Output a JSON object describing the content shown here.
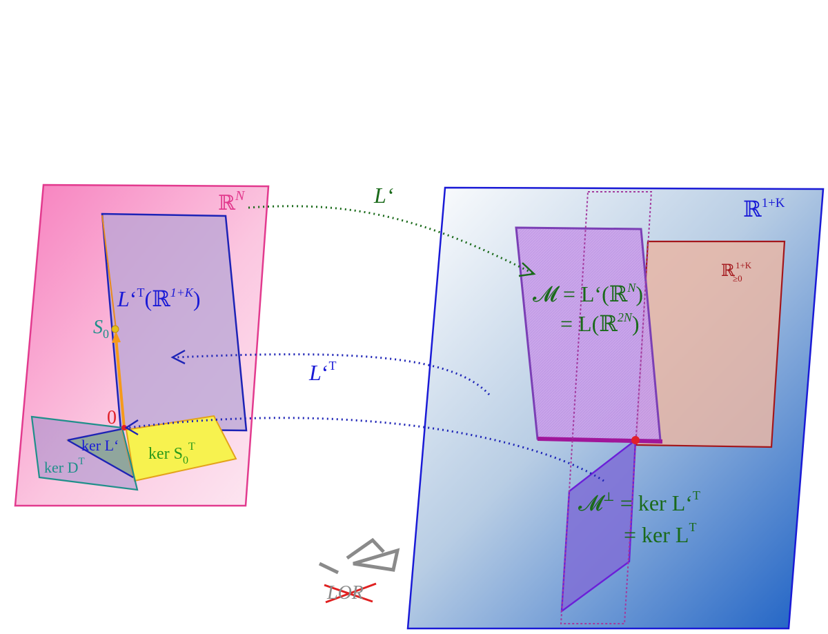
{
  "colors": {
    "pink_plane_fill": "#f77fbe",
    "pink_plane_stroke": "#e23a8e",
    "blue_plane_stroke": "#1a1ad6",
    "blue_plane_fill_dark": "#1a5fc4",
    "image_region_stroke": "#1d23b6",
    "manifold_fill": "#c79be8",
    "manifold_stroke": "#7b3fb5",
    "positive_orthant_fill": "#e8b6a6",
    "positive_orthant_stroke": "#a3161b",
    "complement_fill": "#7f6fd6",
    "complement_stroke": "#6b1fd8",
    "dashed_rect_stroke": "#a33a9e",
    "green_text": "#1a6a1a",
    "blue_text": "#1a1ad6",
    "red_text": "#b01020",
    "teal_text": "#1f8f8a",
    "orange_arrow": "#f59a1a",
    "yellow_fill": "#f7f24f",
    "gray_mark": "#8a8a8a",
    "strike_red": "#e02020"
  },
  "labels": {
    "rN_base": "ℝ",
    "rN_exp": "N",
    "r1K_base": "ℝ",
    "r1K_exp": "1+K",
    "Lprime_top": "L‘",
    "image_L": "L",
    "image_prime": "‘",
    "image_T": "T",
    "image_paren_open": "(ℝ",
    "image_exp": "1+K",
    "image_paren_close": ")",
    "S0_main": "S",
    "S0_sub": "0",
    "zero": "0",
    "LT_arrow_L": "L",
    "LT_arrow_prime": "‘",
    "LT_arrow_T": "T",
    "ker_Lprime": "ker L‘",
    "ker_S0_text": "ker S",
    "ker_S0_sub": "0",
    "ker_S0_T": "T",
    "ker_D_text": "ker D",
    "ker_D_T": "T",
    "M_line1_a": "𝓜 = L‘(ℝ",
    "M_line1_exp": "N",
    "M_line1_b": ")",
    "M_line2_a": "= L(ℝ",
    "M_line2_exp": "2N",
    "M_line2_b": ")",
    "pos_orthant_base": "ℝ",
    "pos_orthant_sup": "1+K",
    "pos_orthant_sub": "≥0",
    "Mperp_line1_a": "𝓜",
    "Mperp_line1_perp": "⊥",
    "Mperp_line1_b": " = ker L‘",
    "Mperp_line1_T": "T",
    "Mperp_line2_a": "= ker L",
    "Mperp_line2_T": "T",
    "lor_text": "LOR"
  }
}
